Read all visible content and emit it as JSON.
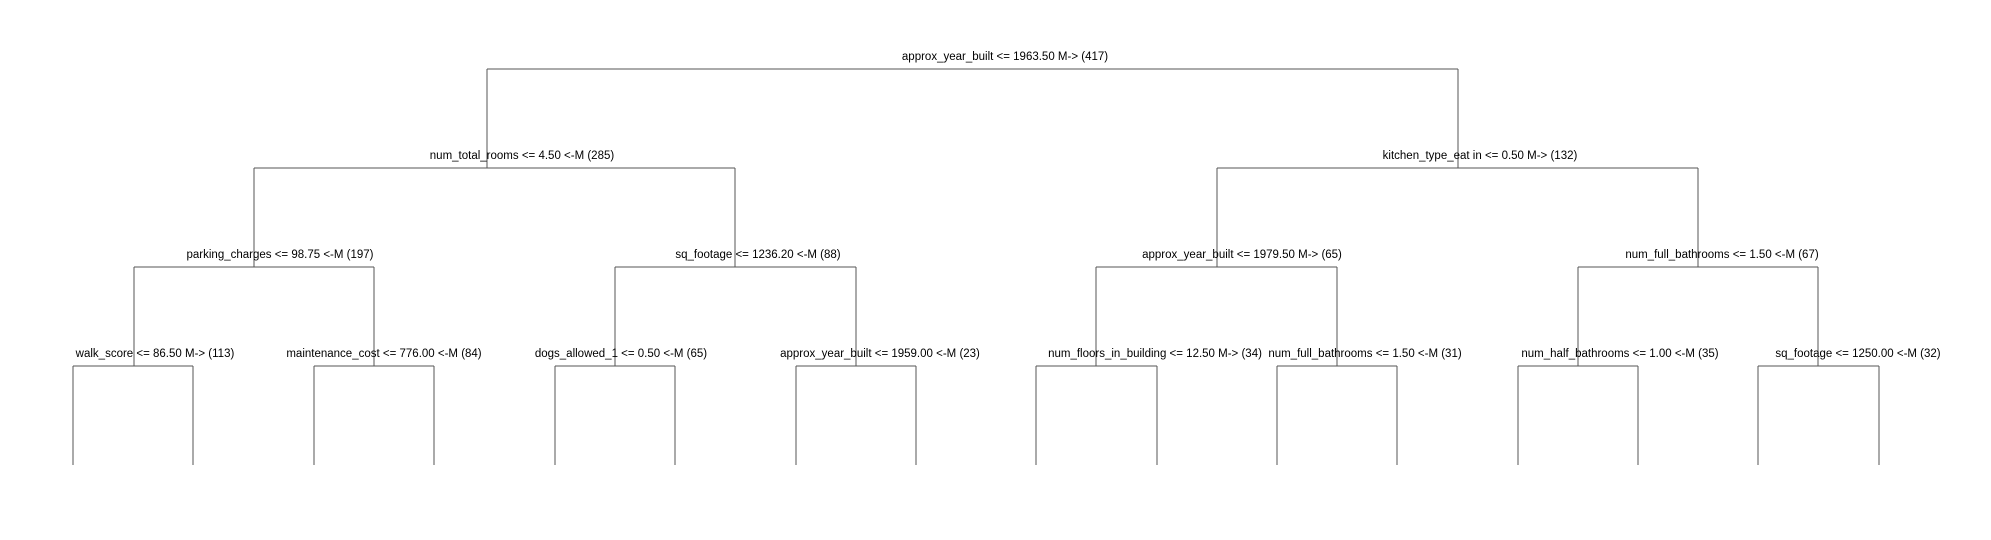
{
  "tree": {
    "nodes": [
      {
        "id": "n0",
        "label": "approx_year_built <= 1963.50 M-> (417)"
      },
      {
        "id": "n1",
        "label": "num_total_rooms <= 4.50 <-M (285)"
      },
      {
        "id": "n2",
        "label": "kitchen_type_eat in <= 0.50 M-> (132)"
      },
      {
        "id": "n3",
        "label": "parking_charges <= 98.75 <-M (197)"
      },
      {
        "id": "n4",
        "label": "sq_footage <= 1236.20 <-M (88)"
      },
      {
        "id": "n5",
        "label": "approx_year_built <= 1979.50 M-> (65)"
      },
      {
        "id": "n6",
        "label": "num_full_bathrooms <= 1.50 <-M (67)"
      },
      {
        "id": "n7",
        "label": "walk_score <= 86.50 M-> (113)"
      },
      {
        "id": "n8",
        "label": "maintenance_cost <= 776.00 <-M (84)"
      },
      {
        "id": "n9",
        "label": "dogs_allowed_1 <= 0.50 <-M (65)"
      },
      {
        "id": "n10",
        "label": "approx_year_built <= 1959.00 <-M (23)"
      },
      {
        "id": "n11",
        "label": "num_floors_in_building <= 12.50 M-> (34)"
      },
      {
        "id": "n12",
        "label": "num_full_bathrooms <= 1.50 <-M (31)"
      },
      {
        "id": "n13",
        "label": "num_half_bathrooms <= 1.00 <-M (35)"
      },
      {
        "id": "n14",
        "label": "sq_footage <= 1250.00 <-M (32)"
      }
    ]
  }
}
